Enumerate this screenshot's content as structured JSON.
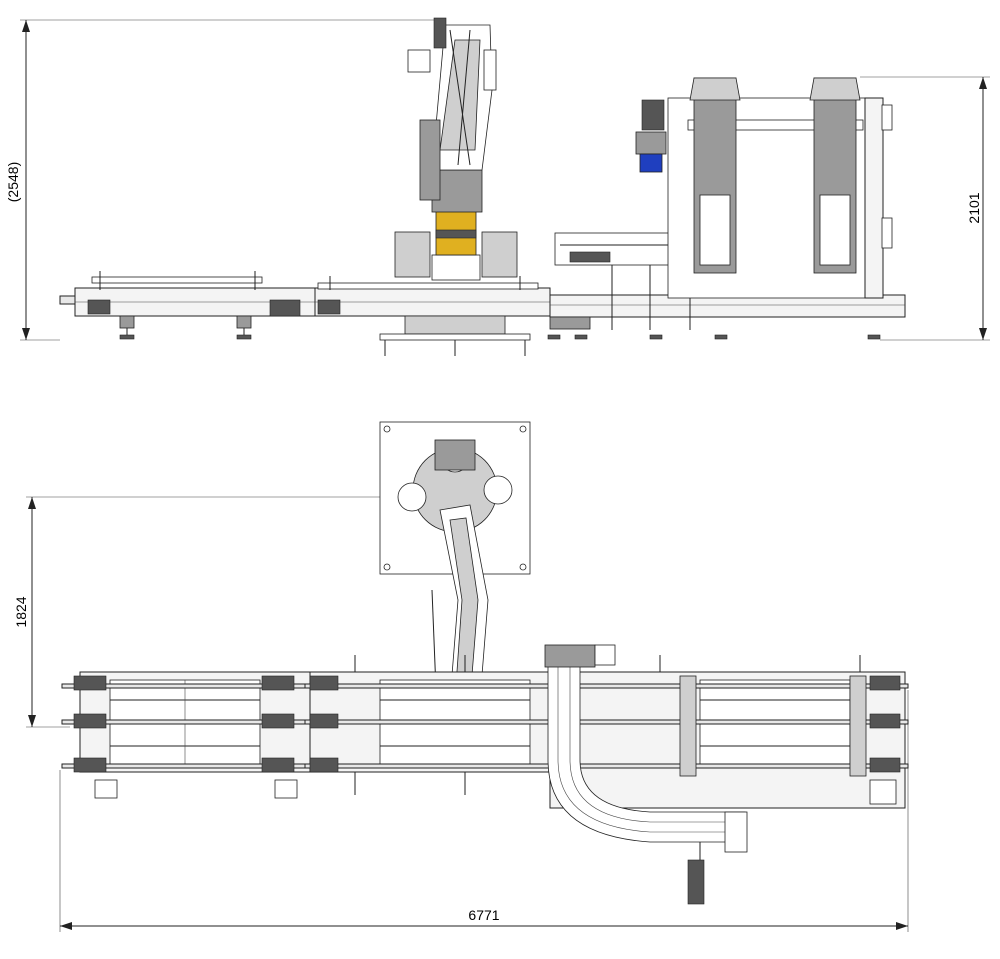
{
  "dimensions": {
    "overall_height": "(2548)",
    "right_height": "2101",
    "robot_offset": "1824",
    "overall_length": "6771"
  },
  "colors": {
    "line": "#222222",
    "motor_blue": "#1f3fbf",
    "robot_base_yellow": "#e0b020",
    "steel_grey": "#9a9a9a"
  }
}
